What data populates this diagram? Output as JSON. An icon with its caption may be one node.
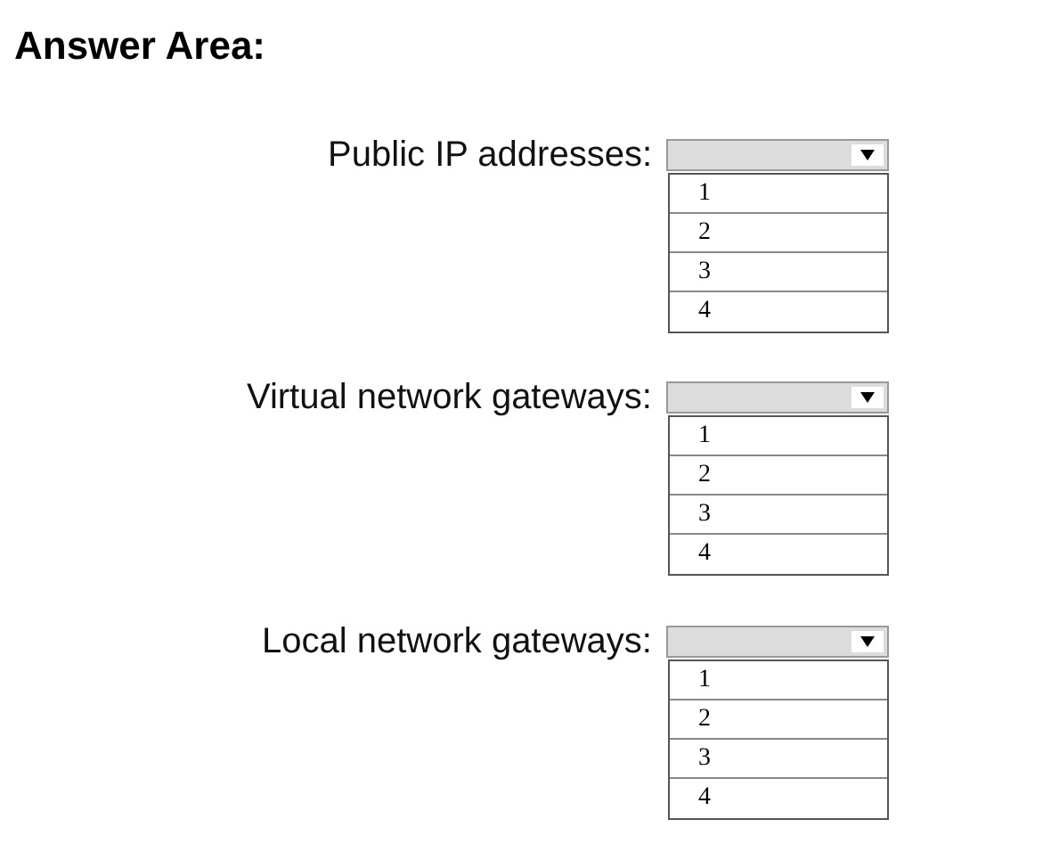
{
  "diagram": {
    "title": "Answer Area:",
    "labels": [
      "Public IP addresses:",
      "1",
      "2",
      "3",
      "4",
      "Virtual network gateways:",
      "1",
      "2",
      "3",
      "4",
      "Local network gateways:",
      "1",
      "2",
      "3",
      "4"
    ]
  }
}
